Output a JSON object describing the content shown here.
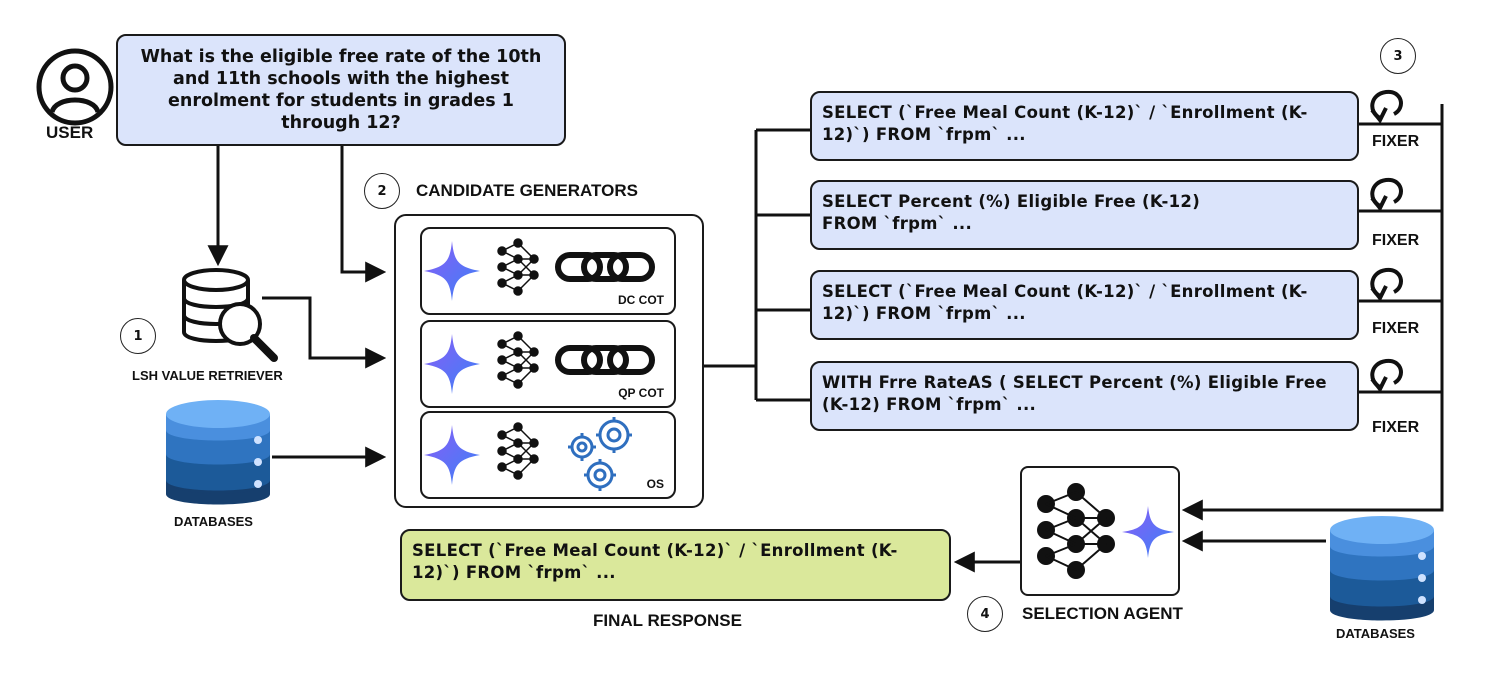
{
  "user": {
    "label": "USER"
  },
  "question": "What is the eligible free rate of the 10th and 11th schools with the highest enrolment for students in grades 1 through 12?",
  "steps": {
    "one": "1",
    "two": "2",
    "three": "3",
    "four": "4"
  },
  "retriever": {
    "label": "LSH VALUE RETRIEVER"
  },
  "databases_left": {
    "label": "DATABASES"
  },
  "databases_right": {
    "label": "DATABASES"
  },
  "generators": {
    "title": "CANDIDATE GENERATORS",
    "panels": [
      {
        "label": "DC COT"
      },
      {
        "label": "QP COT"
      },
      {
        "label": "OS"
      }
    ]
  },
  "candidates": [
    {
      "sql": "SELECT (`Free Meal Count (K-12)` / `Enrollment (K-12)`) FROM `frpm`  ...",
      "fixer": "FIXER"
    },
    {
      "sql": "SELECT Percent (%) Eligible Free (K-12)\n FROM `frpm`  ...",
      "fixer": "FIXER"
    },
    {
      "sql": "SELECT (`Free Meal Count (K-12)` / `Enrollment (K-12)`) FROM `frpm`  ...",
      "fixer": "FIXER"
    },
    {
      "sql": "WITH Frre RateAS ( SELECT Percent (%) Eligible Free (K-12) FROM `frpm`  ...",
      "fixer": "FIXER"
    }
  ],
  "selection": {
    "label": "SELECTION AGENT"
  },
  "final": {
    "sql": "SELECT (`Free Meal Count (K-12)` / `Enrollment (K-12)`) FROM `frpm`  ...",
    "label": "FINAL RESPONSE"
  },
  "colors": {
    "question_bg": "#dbe4fb",
    "final_bg": "#dae89b",
    "db_top": "#5b9ef0",
    "db_mid": "#2f74c0",
    "db_low": "#1c5a99",
    "db_base": "#163f6e"
  }
}
